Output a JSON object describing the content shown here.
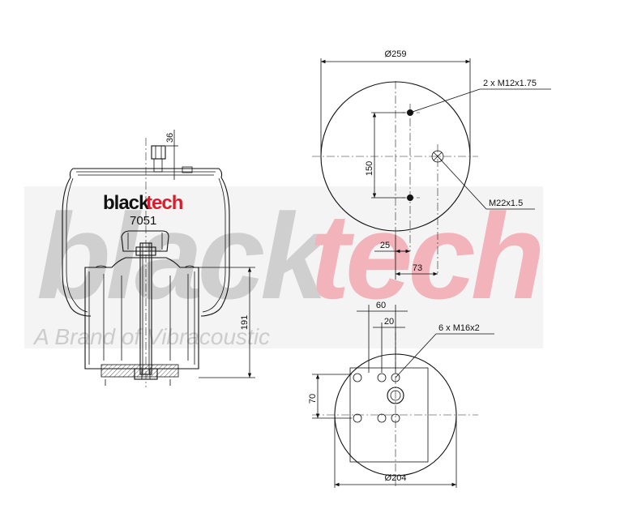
{
  "watermark": {
    "brand_part1": "black",
    "brand_part2": "tech",
    "tagline": "A Brand of Vibracoustic",
    "color_part1": "#c8c8c8",
    "color_part2": "#f2b6bc"
  },
  "product": {
    "logo_part1": "black",
    "logo_part2": "tech",
    "logo_color_part1": "#111111",
    "logo_color_part2": "#d81e2c",
    "part_number": "7051"
  },
  "side_view": {
    "dim_stud_height": "36",
    "dim_piston_height": "191"
  },
  "top_plate": {
    "dim_diameter": "Ø259",
    "dim_hole_spacing": "150",
    "dim_offset_small": "25",
    "dim_offset_large": "73",
    "label_studs": "2 x M12x1.75",
    "label_air_inlet": "M22x1.5"
  },
  "bottom_piston": {
    "dim_pattern_width": "60",
    "dim_hole_pitch": "20",
    "dim_pattern_height": "70",
    "dim_diameter": "Ø204",
    "label_holes": "6 x M16x2"
  }
}
